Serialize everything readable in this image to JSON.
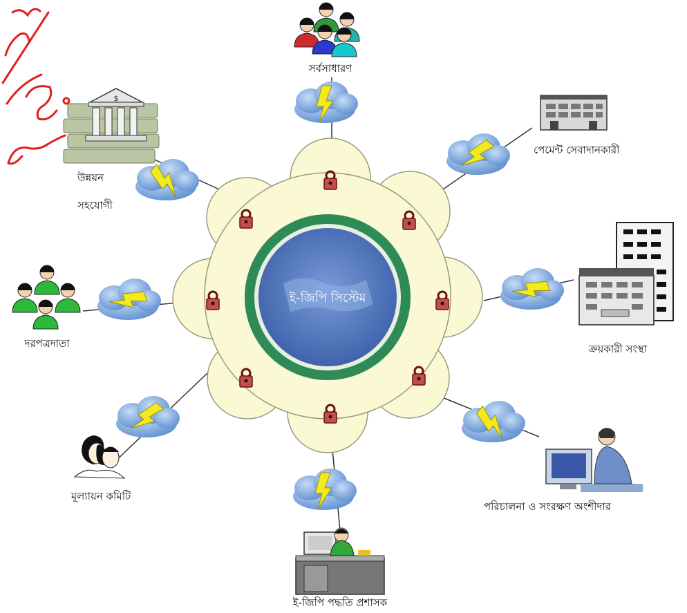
{
  "center": {
    "label": "ই-জিপি সিস্টেম"
  },
  "nodes": [
    {
      "id": "public",
      "label": "সর্বসাধারণ"
    },
    {
      "id": "payment-provider",
      "label": "পেমেন্ট সেবাদানকারী"
    },
    {
      "id": "procuring-entity",
      "label": "ক্রয়কারী সংস্থা"
    },
    {
      "id": "om-partner",
      "label": "পরিচালনা ও সংরক্ষণ অংশীদার"
    },
    {
      "id": "system-admin",
      "label": "ই-জিপি পদ্ধতি প্রশাসক"
    },
    {
      "id": "evaluation-committee",
      "label": "মূল্যায়ন কমিটি"
    },
    {
      "id": "tenderer",
      "label": "দরপত্রদাতা"
    },
    {
      "id": "dev-partner",
      "label_line1": "উন্নয়ন",
      "label_line2": "সহযোগী"
    }
  ],
  "colors": {
    "ring_green": "#2e8b57",
    "globe_blue": "#4a6fb5",
    "flower_fill": "#fbf8d4",
    "flower_stroke": "#9a9a80",
    "cloud": "#7fa8e0",
    "bolt": "#f2ea1c",
    "annotation": "#e02020"
  }
}
